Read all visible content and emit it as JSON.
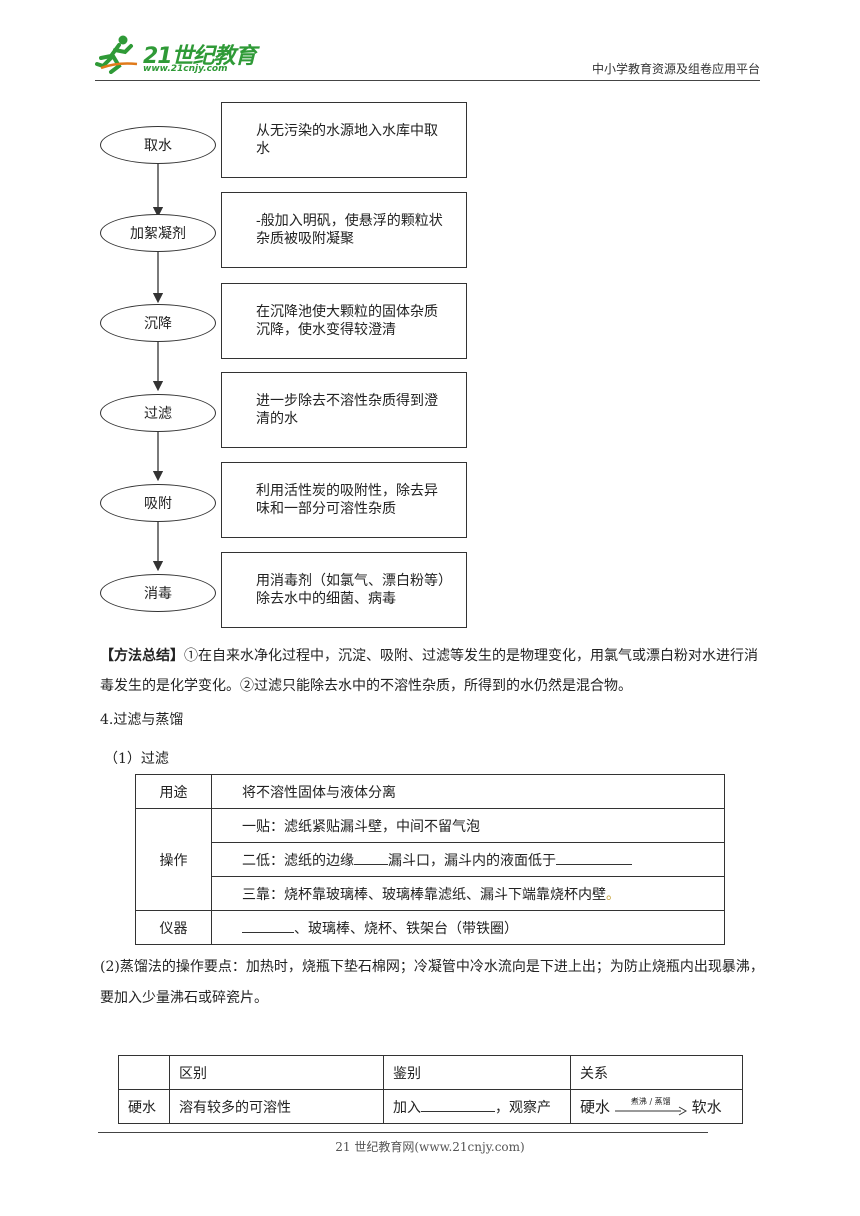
{
  "header": {
    "logo_main": "21世纪教育",
    "logo_url": "www.21cnjy.com",
    "right_text": "中小学教育资源及组卷应用平台"
  },
  "flow": {
    "steps": [
      {
        "label": "取水",
        "desc": "从无污染的水源地入水库中取水"
      },
      {
        "label": "加絮凝剂",
        "desc": "-般加入明矾，使悬浮的颗粒状杂质被吸附凝聚"
      },
      {
        "label": "沉降",
        "desc": "在沉降池使大颗粒的固体杂质沉降，使水变得较澄清"
      },
      {
        "label": "过滤",
        "desc": "进一步除去不溶性杂质得到澄清的水"
      },
      {
        "label": "吸附",
        "desc": "利用活性炭的吸附性，除去异味和一部分可溶性杂质"
      },
      {
        "label": "消毒",
        "desc": "用消毒剂（如氯气、漂白粉等）除去水中的细菌、病毒"
      }
    ],
    "colors": {
      "underline": "#d21f2a",
      "line": "#333333"
    }
  },
  "summary": {
    "title": "【方法总结】",
    "text": "①在自来水净化过程中，沉淀、吸附、过滤等发生的是物理变化，用氯气或漂白粉对水进行消毒发生的是化学变化。②过滤只能除去水中的不溶性杂质，所得到的水仍然是混合物。"
  },
  "section4": {
    "title": "4.过滤与蒸馏",
    "sub1": "（1）过滤",
    "table": {
      "row_use_label": "用途",
      "row_use_value": "将不溶性固体与液体分离",
      "row_op_label": "操作",
      "op1": "一贴：滤纸紧贴漏斗壁，中间不留气泡",
      "op2_a": "二低：滤纸的边缘",
      "op2_b": "漏斗口，漏斗内的液面低于",
      "op3": "三靠：烧杯靠玻璃棒、玻璃棒靠滤纸、漏斗下端靠烧杯内壁",
      "op3_end": "。",
      "row_inst_label": "仪器",
      "inst_value": "、玻璃棒、烧杯、铁架台（带铁圈）"
    },
    "sub2": "(2)蒸馏法的操作要点：加热时，烧瓶下垫石棉网；冷凝管中冷水流向是下进上出；为防止烧瓶内出现暴沸，要加入少量沸石或碎瓷片。"
  },
  "table2": {
    "headers": [
      "",
      "区别",
      "鉴别",
      "关系"
    ],
    "row": {
      "c1": "硬水",
      "c2": "溶有较多的可溶性",
      "c3_a": "加入",
      "c3_b": "，观察产",
      "rel_left": "硬水",
      "rel_arrow": "煮沸 / 蒸馏",
      "rel_right": "软水"
    }
  },
  "footer": {
    "text": "21 世纪教育网(www.21cnjy.com)"
  }
}
